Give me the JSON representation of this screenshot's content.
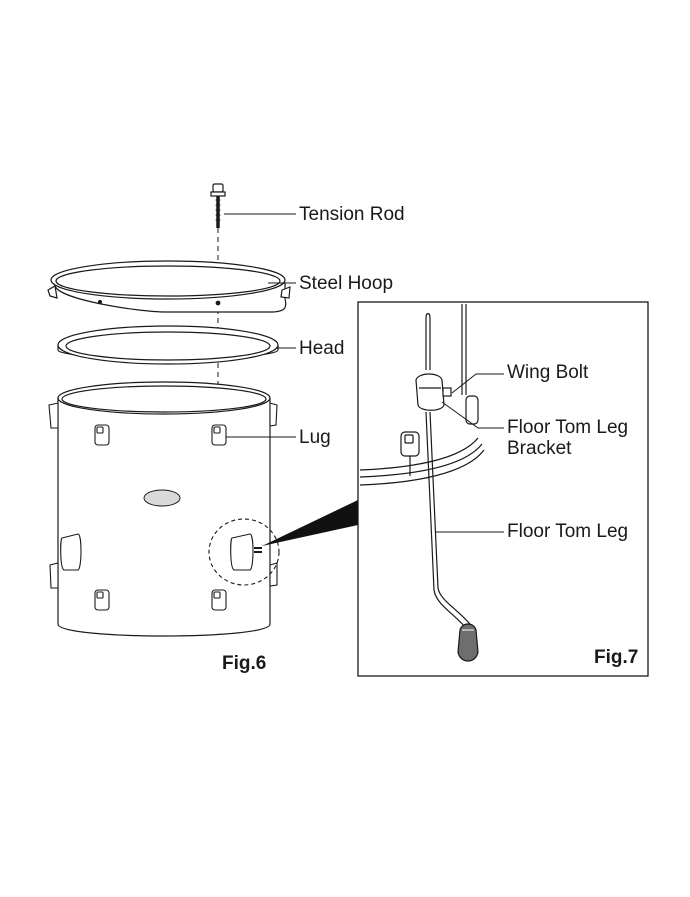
{
  "fig6": {
    "caption": "Fig.6",
    "labels": {
      "tension_rod": "Tension Rod",
      "steel_hoop": "Steel Hoop",
      "head": "Head",
      "lug": "Lug"
    }
  },
  "fig7": {
    "caption": "Fig.7",
    "labels": {
      "wing_bolt": "Wing Bolt",
      "leg_bracket_line1": "Floor Tom Leg",
      "leg_bracket_line2": "Bracket",
      "floor_tom_leg": "Floor Tom Leg"
    }
  },
  "colors": {
    "stroke": "#1a1a1a",
    "shell_fill": "#ffffff",
    "badge_fill": "#d9d9d9",
    "foot_fill": "#6e6e6e",
    "callout_fill": "#111111"
  }
}
